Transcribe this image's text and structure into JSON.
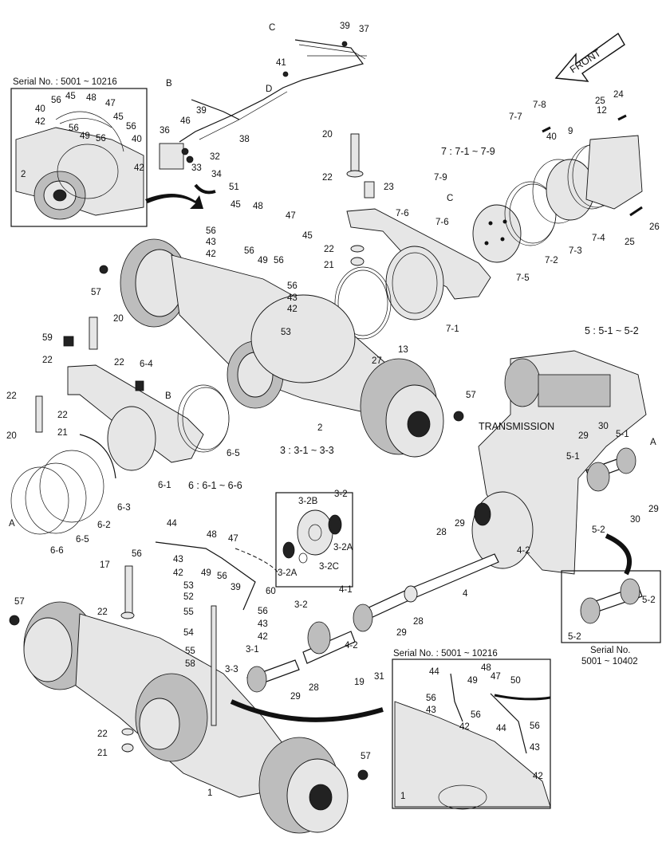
{
  "front_label": "FRONT",
  "transmission_label": "TRANSMISSION",
  "groups": {
    "g7": "7 : 7-1 ~ 7-9",
    "g5": "5 : 5-1 ~ 5-2",
    "g3": "3 : 3-1 ~ 3-3",
    "g6": "6 : 6-1 ~ 6-6"
  },
  "insets": {
    "top_left_caption": "Serial No. : 5001 ~ 10216",
    "bottom_right_caption": "Serial No. : 5001 ~ 10216",
    "right_caption_line1": "Serial No.",
    "right_caption_line2": "5001 ~ 10402"
  },
  "markers": [
    "A",
    "B",
    "C",
    "D"
  ],
  "callouts": {
    "top_left_inset": [
      "40",
      "56",
      "45",
      "48",
      "47",
      "42",
      "56",
      "49",
      "45",
      "56",
      "56",
      "40",
      "42",
      "2"
    ],
    "top_center": [
      "C",
      "39",
      "37",
      "41",
      "D",
      "B",
      "39",
      "46",
      "38",
      "36",
      "32",
      "33",
      "34",
      "51"
    ],
    "front_axle_mount": [
      "20",
      "22",
      "23",
      "7-9",
      "7-6",
      "7-6",
      "C",
      "22",
      "21",
      "7-1",
      "13",
      "27"
    ],
    "rear_mount_parts": [
      "7-8",
      "7-7",
      "25",
      "24",
      "12",
      "9",
      "40",
      "7-4",
      "7-3",
      "7-2",
      "7-5",
      "25",
      "26"
    ],
    "axle_hoses": [
      "45",
      "48",
      "47",
      "56",
      "43",
      "42",
      "56",
      "49",
      "56",
      "45",
      "56",
      "43",
      "42",
      "53"
    ],
    "front_axle": [
      "57",
      "20",
      "59",
      "22",
      "22",
      "6-4",
      "B",
      "22",
      "22",
      "20",
      "21",
      "6-1",
      "6-5",
      "6-3",
      "6-2",
      "6-5",
      "6-6",
      "A",
      "2",
      "57"
    ],
    "transmission": [
      "30",
      "29",
      "5-1",
      "5-1",
      "A",
      "29",
      "30",
      "5-2",
      "28",
      "29",
      "4-2",
      "4"
    ],
    "rear_axle": [
      "3-2",
      "3-2B",
      "3-2A",
      "3-2A",
      "3-2C",
      "44",
      "48",
      "47",
      "56",
      "43",
      "42",
      "49",
      "56",
      "39",
      "60",
      "17",
      "53",
      "52",
      "55",
      "22",
      "54",
      "56",
      "43",
      "42",
      "3-1",
      "55",
      "58",
      "3-3",
      "57",
      "4-1",
      "28",
      "29",
      "3-2",
      "4-2",
      "19",
      "31",
      "28",
      "29",
      "22",
      "21",
      "1",
      "57"
    ],
    "bottom_right_inset": [
      "44",
      "48",
      "49",
      "47",
      "50",
      "56",
      "43",
      "56",
      "42",
      "44",
      "56",
      "43",
      "42",
      "1"
    ],
    "right_inset": [
      "5-2",
      "5-2"
    ]
  }
}
